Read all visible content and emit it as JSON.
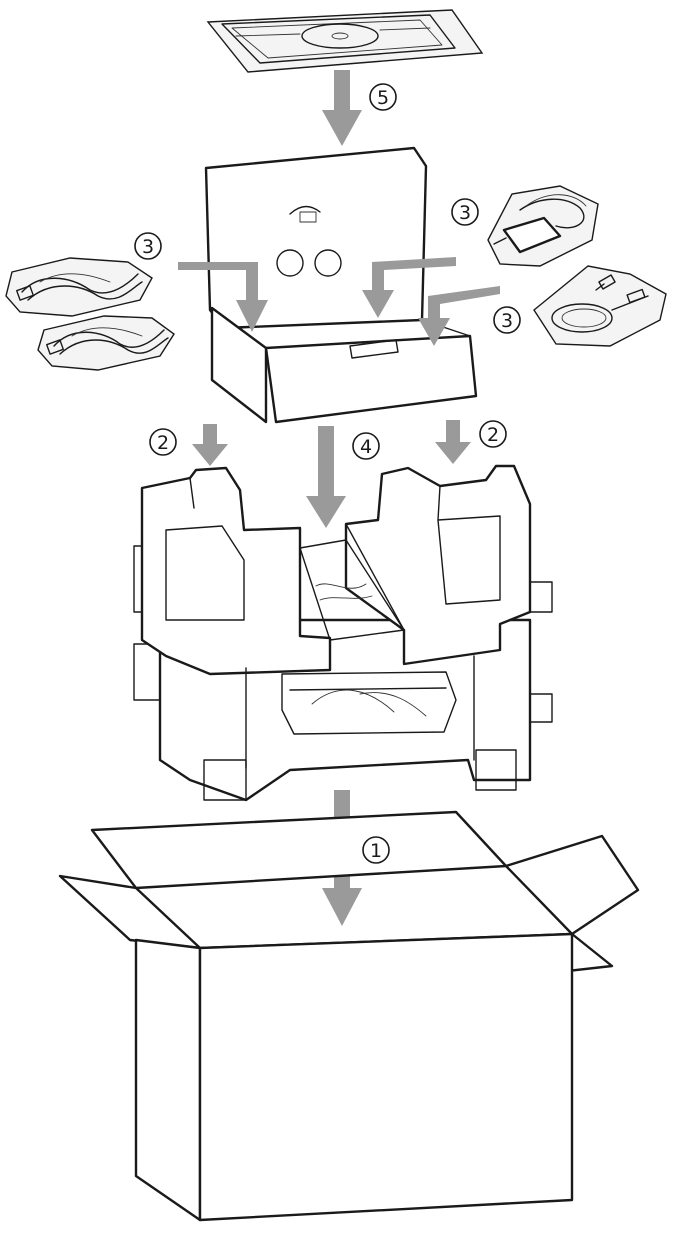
{
  "steps": [
    {
      "id": "step-1",
      "label": "1"
    },
    {
      "id": "step-2-left",
      "label": "2"
    },
    {
      "id": "step-2-right",
      "label": "2"
    },
    {
      "id": "step-3-left",
      "label": "3"
    },
    {
      "id": "step-3-upper-right",
      "label": "3"
    },
    {
      "id": "step-3-lower-right",
      "label": "3"
    },
    {
      "id": "step-4",
      "label": "4"
    },
    {
      "id": "step-5",
      "label": "5"
    }
  ],
  "colors": {
    "line": "#1a1a1a",
    "arrow": "#9a9a9a",
    "background": "#ffffff"
  },
  "icons": [
    "documents-cd-package",
    "cord-bundle",
    "ac-adapter",
    "usb-cable",
    "accessory-box",
    "foam-packing",
    "shipping-box"
  ]
}
